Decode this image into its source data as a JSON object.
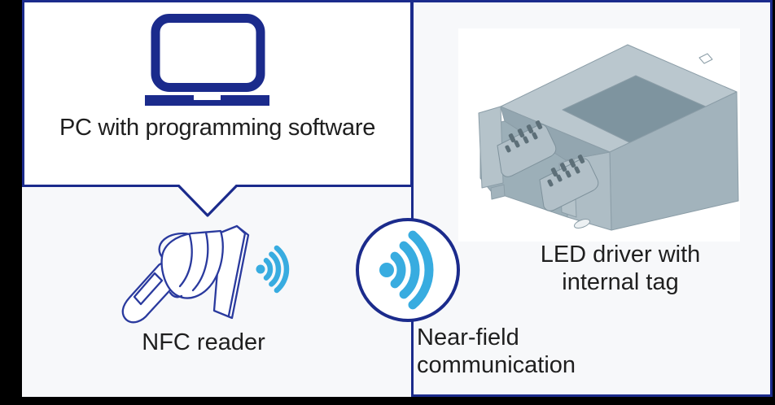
{
  "colors": {
    "navy": "#1b2b8c",
    "sky_blue": "#38ace0",
    "panel_background": "#f7f8fa",
    "bubble_background": "#ffffff",
    "outer_background": "#000000",
    "text": "#1f1f1f",
    "driver_body_light": "#bac7ce",
    "driver_body_medium": "#a2b3bc",
    "driver_label_area": "#7e949f"
  },
  "pc_bubble": {
    "label": "PC with programming software",
    "icon": "laptop-icon"
  },
  "nfc_reader": {
    "label": "NFC reader",
    "icon": "nfc-reader-icon",
    "waves_icon": "nfc-waves-small-icon"
  },
  "near_field": {
    "line1": "Near-field",
    "line2": "communication",
    "icon": "nfc-waves-circle-icon"
  },
  "led_driver": {
    "line1": "LED driver with",
    "line2": "internal tag",
    "icon": "led-driver-illustration"
  }
}
